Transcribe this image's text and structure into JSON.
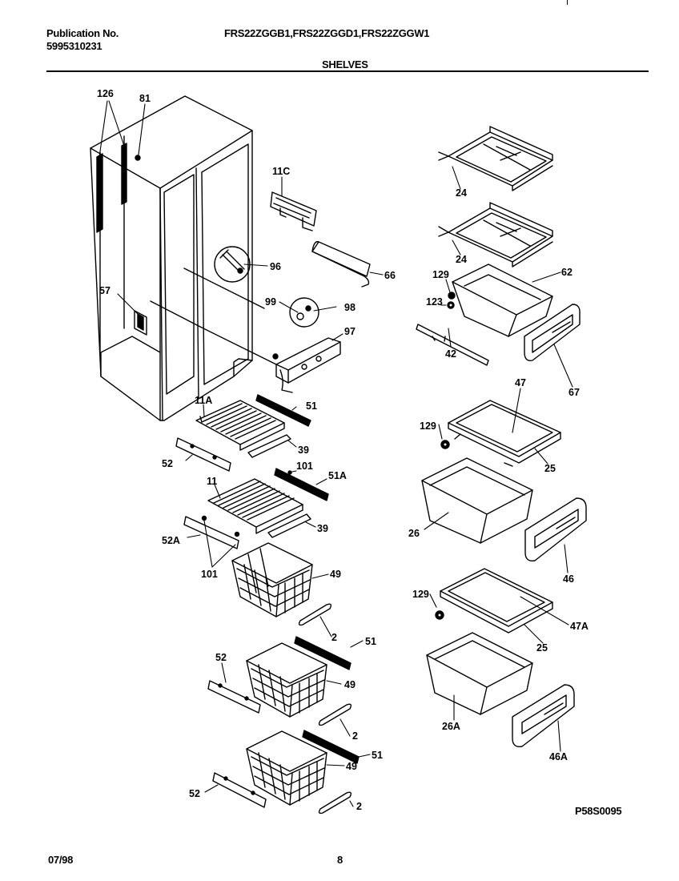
{
  "header": {
    "publication_label": "Publication No.",
    "publication_number": "5995310231",
    "models": "FRS22ZGGB1,FRS22ZGGD1,FRS22ZGGW1",
    "section_title": "SHELVES"
  },
  "footer": {
    "date": "07/98",
    "page": "8",
    "figure_code": "P58S0095"
  },
  "callouts": [
    {
      "key": "c126",
      "text": "126"
    },
    {
      "key": "c81",
      "text": "81"
    },
    {
      "key": "c11c",
      "text": "11C"
    },
    {
      "key": "c96a",
      "text": "96"
    },
    {
      "key": "c66",
      "text": "66"
    },
    {
      "key": "c57",
      "text": "57"
    },
    {
      "key": "c99",
      "text": "99"
    },
    {
      "key": "c98",
      "text": "98"
    },
    {
      "key": "c97",
      "text": "97"
    },
    {
      "key": "c11a",
      "text": "11A"
    },
    {
      "key": "c51a",
      "text": "51"
    },
    {
      "key": "c39a",
      "text": "39"
    },
    {
      "key": "c52a",
      "text": "52"
    },
    {
      "key": "c101a",
      "text": "101"
    },
    {
      "key": "c51A",
      "text": "51A"
    },
    {
      "key": "c11",
      "text": "11"
    },
    {
      "key": "c39b",
      "text": "39"
    },
    {
      "key": "c52A",
      "text": "52A"
    },
    {
      "key": "c101b",
      "text": "101"
    },
    {
      "key": "c49a",
      "text": "49"
    },
    {
      "key": "c2a",
      "text": "2"
    },
    {
      "key": "c51b",
      "text": "51"
    },
    {
      "key": "c52b",
      "text": "52"
    },
    {
      "key": "c49b",
      "text": "49"
    },
    {
      "key": "c2b",
      "text": "2"
    },
    {
      "key": "c51c",
      "text": "51"
    },
    {
      "key": "c49c",
      "text": "49"
    },
    {
      "key": "c52c",
      "text": "52"
    },
    {
      "key": "c2c",
      "text": "2"
    },
    {
      "key": "c24a",
      "text": "24"
    },
    {
      "key": "c24b",
      "text": "24"
    },
    {
      "key": "c129a",
      "text": "129"
    },
    {
      "key": "c62",
      "text": "62"
    },
    {
      "key": "c123",
      "text": "123"
    },
    {
      "key": "c42",
      "text": "42"
    },
    {
      "key": "c67",
      "text": "67"
    },
    {
      "key": "c47",
      "text": "47"
    },
    {
      "key": "c129b",
      "text": "129"
    },
    {
      "key": "c25a",
      "text": "25"
    },
    {
      "key": "c26",
      "text": "26"
    },
    {
      "key": "c46",
      "text": "46"
    },
    {
      "key": "c129c",
      "text": "129"
    },
    {
      "key": "c47A",
      "text": "47A"
    },
    {
      "key": "c25b",
      "text": "25"
    },
    {
      "key": "c26A",
      "text": "26A"
    },
    {
      "key": "c46A",
      "text": "46A"
    }
  ]
}
